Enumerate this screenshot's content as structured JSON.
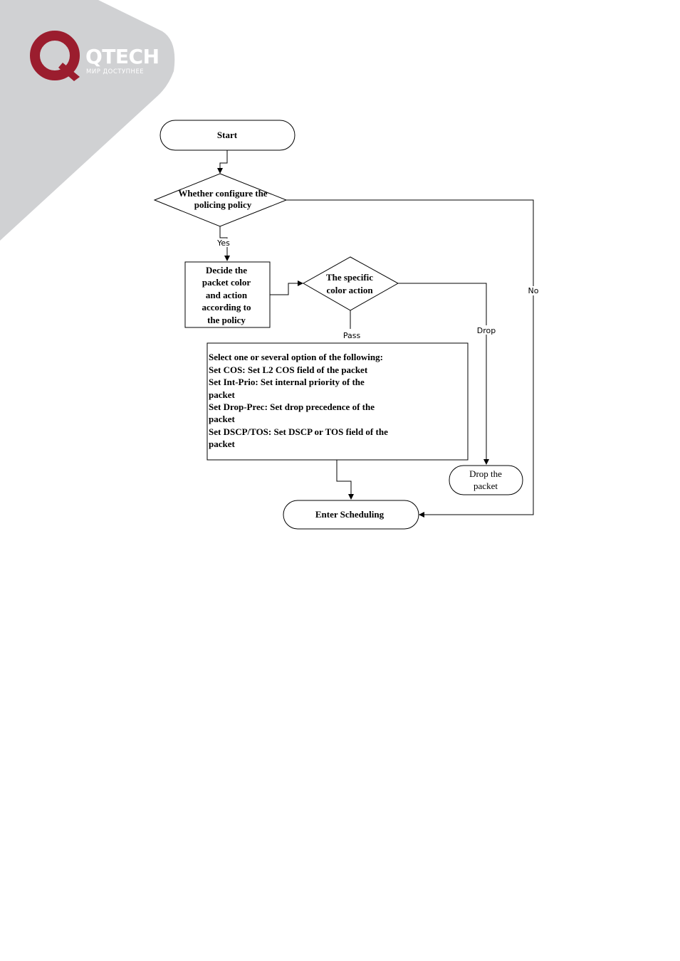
{
  "colors": {
    "corner_band": "#d0d1d3",
    "logo_mark": "#9b1d2e",
    "logo_text": "#ffffff"
  },
  "logo": {
    "brand": "QTECH",
    "tagline": "МИР ДОСТУПНЕЕ"
  },
  "flowchart": {
    "start": "Start",
    "decision1": [
      "Whether configure the",
      "policing policy"
    ],
    "process1": [
      "Decide the",
      "packet color",
      "and action",
      "according to",
      "the policy"
    ],
    "decision2": [
      "The specific",
      "color action"
    ],
    "options_box": [
      "Select one or several option of the following:",
      "Set COS: Set L2 COS field of the packet",
      "Set Int-Prio: Set internal priority of the",
      "packet",
      "Set Drop-Prec: Set drop precedence of the",
      "packet",
      "Set DSCP/TOS: Set DSCP or TOS field of the",
      "packet"
    ],
    "drop_terminal": [
      "Drop the",
      "packet"
    ],
    "end": "Enter Scheduling",
    "edge_labels": {
      "yes": "Yes",
      "no": "No",
      "pass": "Pass",
      "drop": "Drop"
    }
  }
}
